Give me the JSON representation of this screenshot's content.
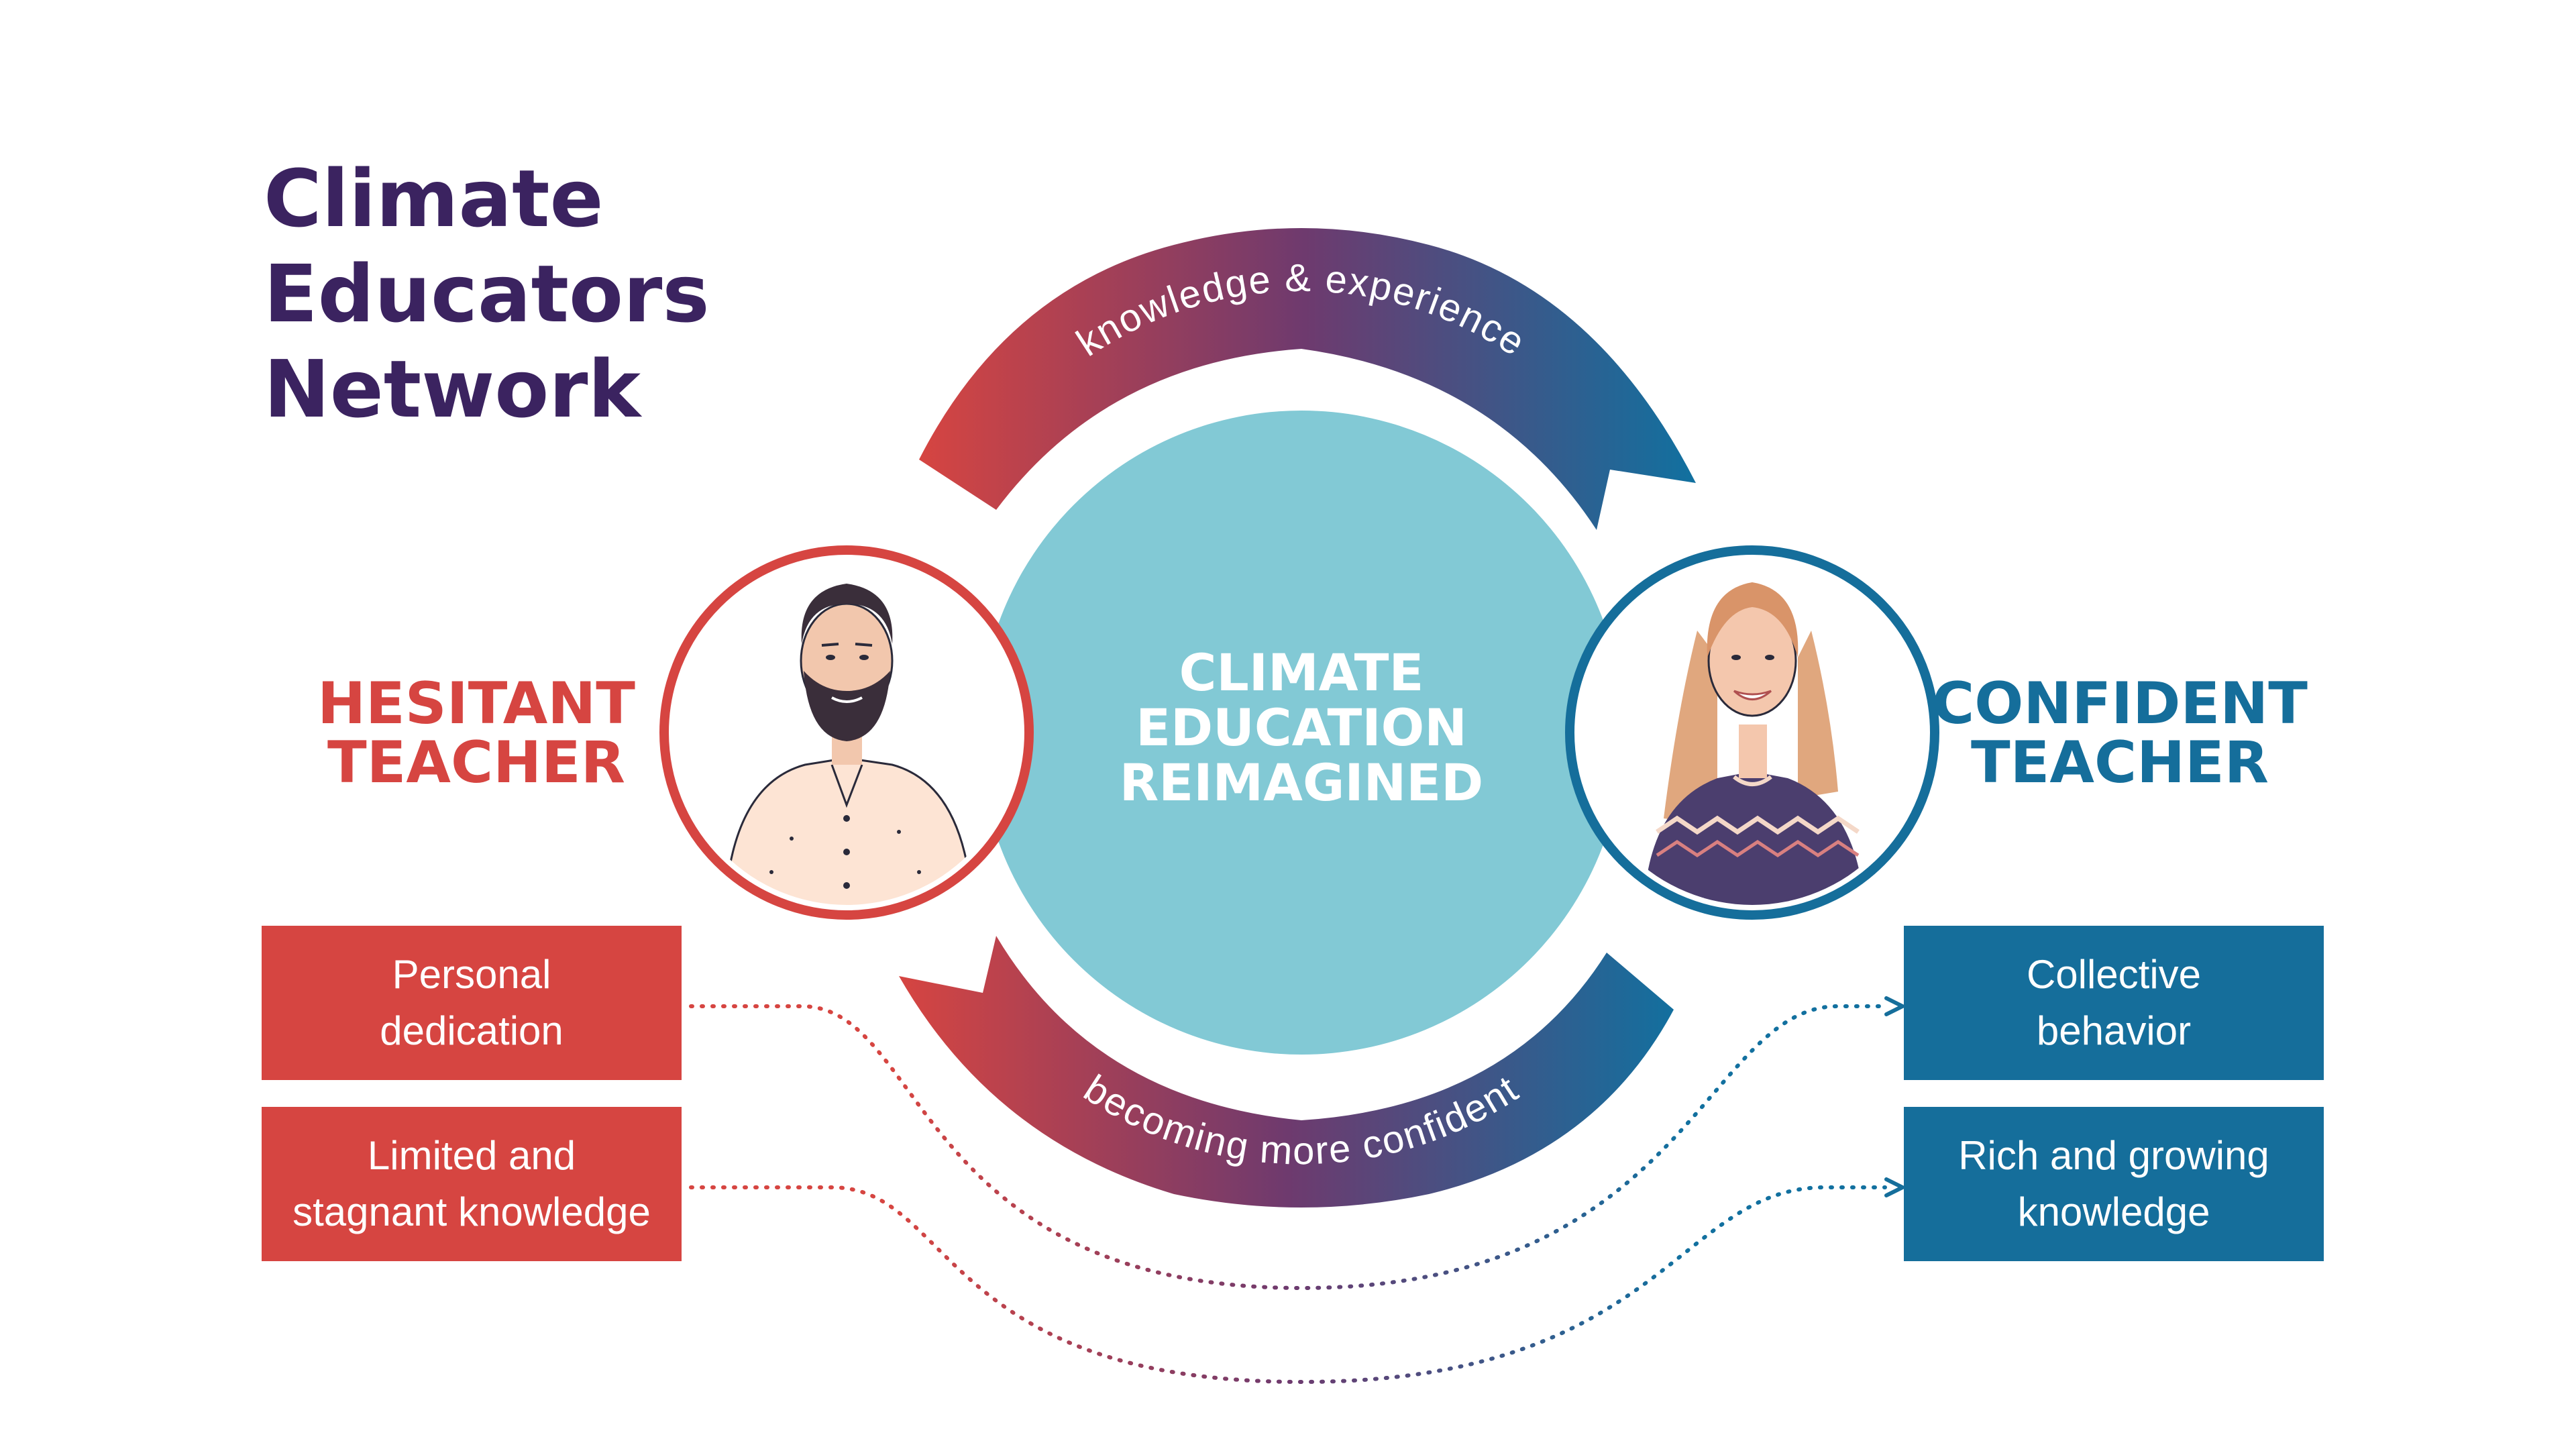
{
  "title_lines": [
    "Climate",
    "Educators",
    "Network"
  ],
  "center": {
    "lines": [
      "CLIMATE",
      "EDUCATION",
      "REIMAGINED"
    ]
  },
  "top_arc_label": "knowledge & experience",
  "bottom_arc_label": "becoming more confident",
  "hesitant": {
    "label_lines": [
      "HESITANT",
      "TEACHER"
    ],
    "portrait": "bearded-man-portrait-icon",
    "traits": [
      {
        "lines": [
          "Personal",
          "dedication"
        ]
      },
      {
        "lines": [
          "Limited and",
          "stagnant knowledge"
        ]
      }
    ]
  },
  "confident": {
    "label_lines": [
      "CONFIDENT",
      "TEACHER"
    ],
    "portrait": "smiling-woman-portrait-icon",
    "traits": [
      {
        "lines": [
          "Collective",
          "behavior"
        ]
      },
      {
        "lines": [
          "Rich and growing",
          "knowledge"
        ]
      }
    ]
  },
  "colors": {
    "red": "#d64541",
    "blue": "#156e9b",
    "navy_title": "#3b2360",
    "center_circle": "#82c9d5"
  }
}
